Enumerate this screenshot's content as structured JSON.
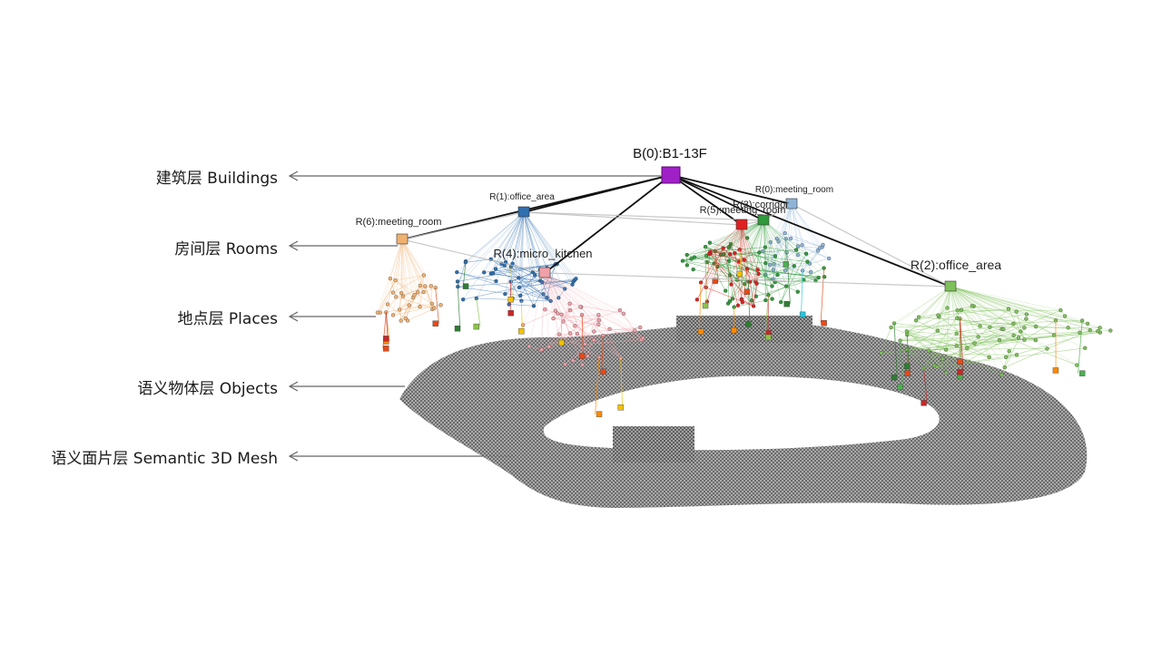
{
  "layers": [
    {
      "label": "建筑层 Buildings"
    },
    {
      "label": "房间层 Rooms"
    },
    {
      "label": "地点层 Places"
    },
    {
      "label": "语义物体层 Objects"
    },
    {
      "label": "语义面片层 Semantic 3D Mesh"
    }
  ],
  "building": {
    "label": "B(0):B1-13F",
    "color": "#a020c8"
  },
  "rooms": [
    {
      "label": "R(0):meeting_room",
      "color": "#8fb4d8"
    },
    {
      "label": "R(1):office_area",
      "color": "#2f6fb0"
    },
    {
      "label": "R(2):office_area",
      "color": "#7fc05a"
    },
    {
      "label": "R(3):corridor",
      "color": "#2f9a3a"
    },
    {
      "label": "R(4):micro_kitchen",
      "color": "#f0a0a8"
    },
    {
      "label": "R(5):meeting_room",
      "color": "#e02020"
    },
    {
      "label": "R(6):meeting_room",
      "color": "#f0b070"
    }
  ],
  "colors": {
    "arrow": "#666666",
    "mesh": "#3a3a3a",
    "edge": "#111111"
  }
}
